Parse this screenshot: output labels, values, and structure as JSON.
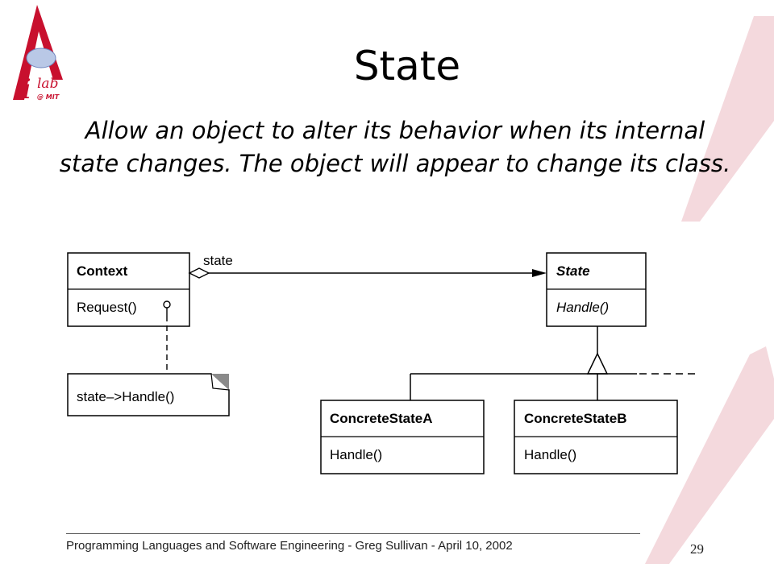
{
  "slide": {
    "title": "State",
    "intent_line1": "Allow an object to alter its behavior when its internal",
    "intent_line2": "state changes. The object will appear to change its class."
  },
  "logo": {
    "text": "lab",
    "subtext": "@ MIT",
    "glyph": "i"
  },
  "diagram": {
    "context": {
      "name": "Context",
      "operation": "Request()"
    },
    "note": {
      "text": "state–>Handle()"
    },
    "association_label": "state",
    "state": {
      "name": "State",
      "operation": "Handle()"
    },
    "concrete_a": {
      "name": "ConcreteStateA",
      "operation": "Handle()"
    },
    "concrete_b": {
      "name": "ConcreteStateB",
      "operation": "Handle()"
    }
  },
  "footer": {
    "text": "Programming Languages and Software Engineering  -  Greg Sullivan  -   April 10, 2002",
    "page_number": "29"
  },
  "colors": {
    "accent": "#c8102e",
    "accent_light": "#f4d9dd",
    "box_stroke": "#000000"
  }
}
